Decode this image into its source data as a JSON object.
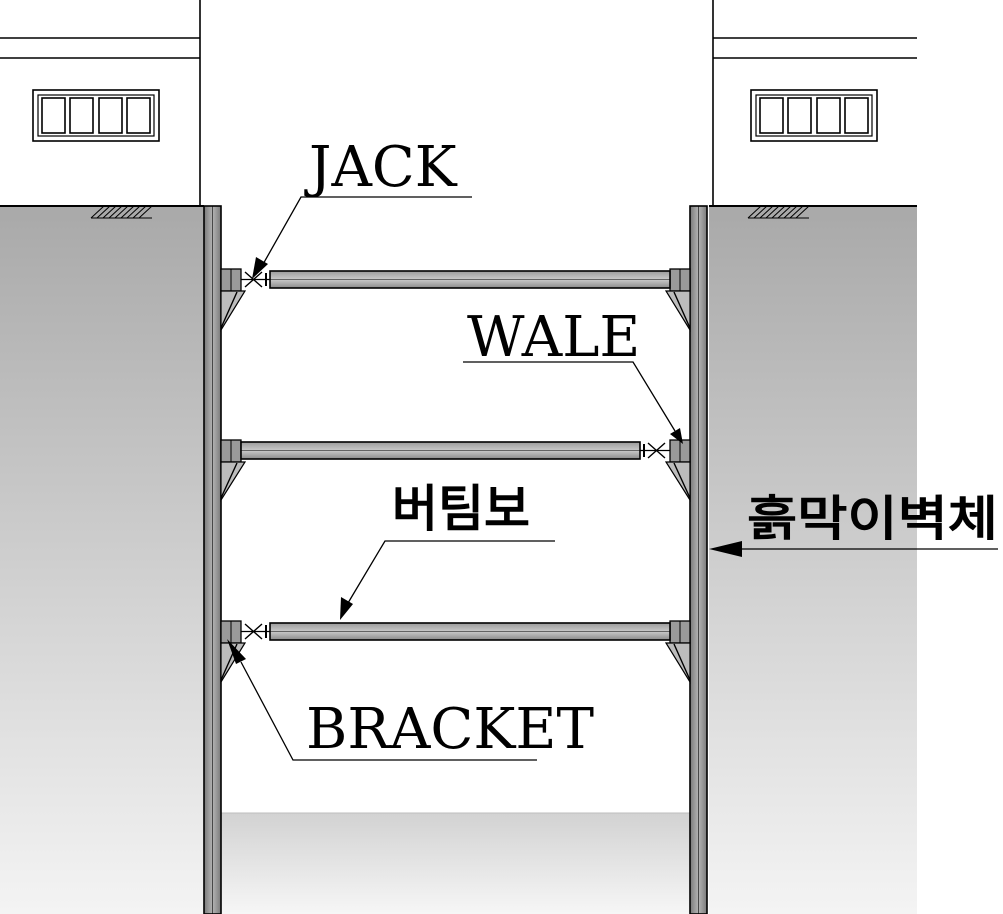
{
  "labels": {
    "jack": "JACK",
    "wale": "WALE",
    "strut": "버팀보",
    "retaining_wall": "흙막이벽체",
    "bracket": "BRACKET"
  }
}
